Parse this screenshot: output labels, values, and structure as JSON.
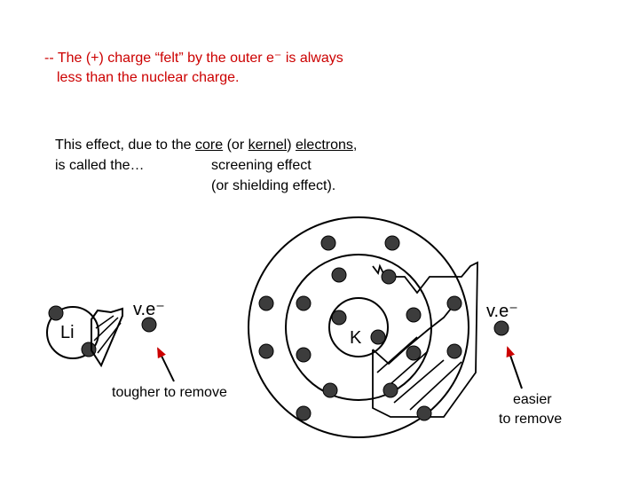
{
  "note": {
    "line1": "-- The (+) charge “felt” by the outer e⁻ is always",
    "line2": "less than the nuclear charge."
  },
  "effect": {
    "pre": "This effect, due to the ",
    "core": "core",
    "mid1": " (or ",
    "kernel": "kernel",
    "mid2": ") ",
    "electrons": "electrons",
    "post": ",",
    "called": "is called the…",
    "name1": "screening effect",
    "name2": "(or shielding effect)."
  },
  "li_atom": {
    "symbol": "Li",
    "valence_label": "v.e⁻",
    "note": "tougher to remove"
  },
  "k_atom": {
    "symbol": "K",
    "valence_label": "v.e⁻",
    "note_line1": "easier",
    "note_line2": "to remove"
  },
  "colors": {
    "note_text": "#cc0000",
    "electron": "#3c3c3c",
    "line": "#000000"
  }
}
